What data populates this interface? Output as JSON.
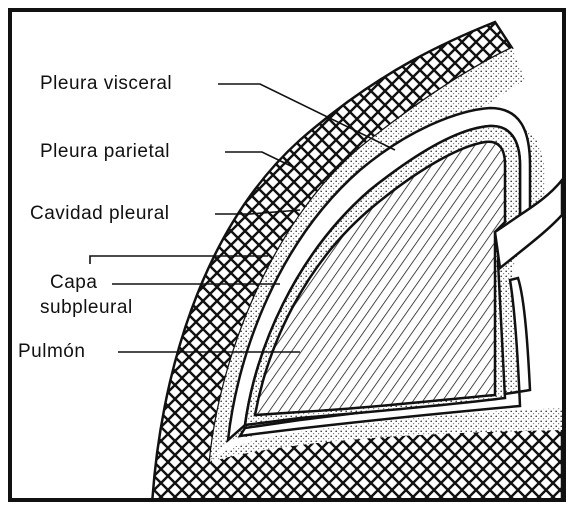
{
  "labels": {
    "pleura_visceral": "Pleura visceral",
    "pleura_parietal": "Pleura parietal",
    "cavidad_pleural": "Cavidad pleural",
    "capa_line1": "Capa",
    "capa_line2": "subpleural",
    "pulmon": "Pulmón"
  },
  "colors": {
    "ink": "#111111",
    "background": "#ffffff"
  }
}
